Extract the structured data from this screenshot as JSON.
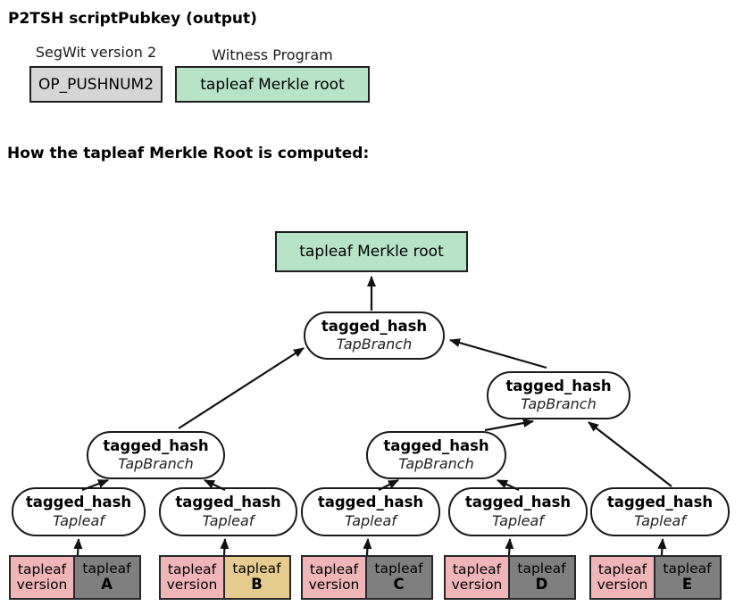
{
  "header": {
    "title": "P2TSH scriptPubkey (output)",
    "segwit_label": "SegWit version 2",
    "witness_label": "Witness Program",
    "opcode_value": "OP_PUSHNUM2",
    "witness_value": "tapleaf Merkle root"
  },
  "section": {
    "heading": "How the tapleaf Merkle Root is computed:"
  },
  "tree": {
    "root_label": "tapleaf Merkle root",
    "hash_label": "tagged_hash",
    "branch_tag": "TapBranch",
    "leaf_tag": "Tapleaf"
  },
  "leaves": [
    {
      "version_label": "tapleaf version",
      "script_label": "tapleaf",
      "letter": "A",
      "highlight": false
    },
    {
      "version_label": "tapleaf version",
      "script_label": "tapleaf",
      "letter": "B",
      "highlight": true
    },
    {
      "version_label": "tapleaf version",
      "script_label": "tapleaf",
      "letter": "C",
      "highlight": false
    },
    {
      "version_label": "tapleaf version",
      "script_label": "tapleaf",
      "letter": "D",
      "highlight": false
    },
    {
      "version_label": "tapleaf version",
      "script_label": "tapleaf",
      "letter": "E",
      "highlight": false
    }
  ],
  "colors": {
    "mint_green": "#b7e4c7",
    "light_gray": "#d6d6d6",
    "leaf_pink": "#efb5b7",
    "leaf_dark": "#7f7f7f",
    "leaf_tan": "#e5cb8e"
  }
}
